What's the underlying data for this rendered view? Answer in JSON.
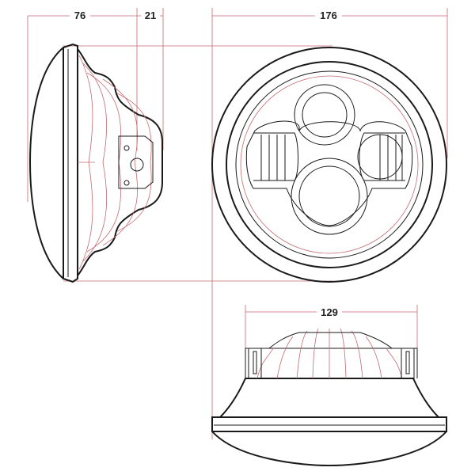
{
  "dimensions": {
    "side_depth": "76",
    "bracket_depth": "21",
    "front_diameter": "176",
    "housing_width": "129"
  }
}
